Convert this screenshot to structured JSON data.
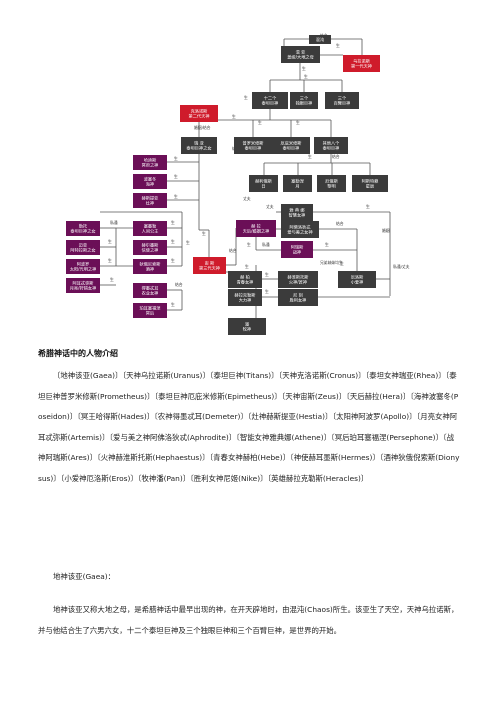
{
  "diagram": {
    "nodes": [
      {
        "id": "chaos",
        "lines": [
          "混沌"
        ],
        "dark": true
      },
      {
        "id": "gaea",
        "lines": [
          "混 亚",
          "盖娅/大地之母"
        ],
        "dark": true
      },
      {
        "id": "uranus",
        "lines": [
          "乌拉诺斯",
          "第一代天神"
        ],
        "red": true
      },
      {
        "id": "titans",
        "lines": [
          "十二个",
          "泰坦巨神"
        ],
        "dark": true
      },
      {
        "id": "cyclops",
        "lines": [
          "三个",
          "独眼巨神"
        ],
        "dark": true
      },
      {
        "id": "hundred",
        "lines": [
          "三个",
          "百臂巨神"
        ],
        "dark": true
      },
      {
        "id": "cronus",
        "lines": [
          "克洛诺斯",
          "第二代天神"
        ],
        "red": true
      },
      {
        "id": "rhea",
        "lines": [
          "瑞 亚",
          "泰坦巨神之女"
        ],
        "dark": true
      },
      {
        "id": "prometheus",
        "lines": [
          "普罗米修斯",
          "泰坦巨神"
        ],
        "dark": true
      },
      {
        "id": "epimetheus",
        "lines": [
          "厄庇米修斯",
          "泰坦巨神"
        ],
        "dark": true
      },
      {
        "id": "other8",
        "lines": [
          "其他八个",
          "泰坦巨神"
        ],
        "dark": true
      },
      {
        "id": "helios",
        "lines": [
          "赫利俄斯",
          "日"
        ],
        "dark": true
      },
      {
        "id": "selene",
        "lines": [
          "塞勒涅",
          "月"
        ],
        "dark": true
      },
      {
        "id": "eos",
        "lines": [
          "厄俄斯",
          "黎明"
        ],
        "dark": true
      },
      {
        "id": "astraea",
        "lines": [
          "阿斯特赖",
          "星辰"
        ],
        "dark": true
      },
      {
        "id": "hades",
        "lines": [
          "哈迪斯",
          "冥府之神"
        ],
        "purple": true
      },
      {
        "id": "poseidon",
        "lines": [
          "波塞冬",
          "海神"
        ],
        "purple": true
      },
      {
        "id": "hestia",
        "lines": [
          "赫斯提亚",
          "灶神"
        ],
        "purple": true
      },
      {
        "id": "leto",
        "lines": [
          "勒托",
          "泰坦巨神之女"
        ],
        "purple": true
      },
      {
        "id": "maia",
        "lines": [
          "迈亚",
          "阿特拉斯之女"
        ],
        "purple": true
      },
      {
        "id": "apollo",
        "lines": [
          "阿波罗",
          "太阳/光明之神"
        ],
        "purple": true
      },
      {
        "id": "artemis",
        "lines": [
          "阿耳忒弥斯",
          "月亮/狩猎女神"
        ],
        "purple": true
      },
      {
        "id": "semele",
        "lines": [
          "塞墨勒",
          "人间公主"
        ],
        "purple": true
      },
      {
        "id": "hermes",
        "lines": [
          "赫尔墨斯",
          "信使之神"
        ],
        "purple": true
      },
      {
        "id": "dionysus",
        "lines": [
          "狄俄尼索斯",
          "酒神"
        ],
        "purple": true
      },
      {
        "id": "demeter",
        "lines": [
          "得墨忒耳",
          "农业女神"
        ],
        "purple": true
      },
      {
        "id": "persephone",
        "lines": [
          "珀耳塞福涅",
          "冥后"
        ],
        "purple": true
      },
      {
        "id": "zeus",
        "lines": [
          "宙 斯",
          "第三代天神"
        ],
        "red": true
      },
      {
        "id": "hera",
        "lines": [
          "赫 拉",
          "天后/婚姻之神"
        ],
        "purple": true
      },
      {
        "id": "athena",
        "lines": [
          "雅 典 娜",
          "智慧女神"
        ],
        "dark": true
      },
      {
        "id": "aphrodite",
        "lines": [
          "阿佛洛狄忒",
          "爱与美之女神"
        ],
        "dark": true
      },
      {
        "id": "ares",
        "lines": [
          "阿瑞斯",
          "战神"
        ],
        "purple": true
      },
      {
        "id": "hebe",
        "lines": [
          "赫 柏",
          "青春女神"
        ],
        "dark": true
      },
      {
        "id": "hephaestus",
        "lines": [
          "赫淮斯托斯",
          "火神/匠神"
        ],
        "dark": true
      },
      {
        "id": "eros",
        "lines": [
          "厄洛斯",
          "小爱神"
        ],
        "dark": true
      },
      {
        "id": "heracles",
        "lines": [
          "赫拉克勒斯",
          "大力神"
        ],
        "dark": true
      },
      {
        "id": "nike",
        "lines": [
          "尼 刻",
          "胜利女神"
        ],
        "dark": true
      },
      {
        "id": "pan",
        "lines": [
          "潘",
          "牧神"
        ],
        "dark": true
      }
    ],
    "edge_labels": [
      "结合",
      "生",
      "生",
      "生",
      "生",
      "结合",
      "婚姻/结合",
      "生",
      "生",
      "生",
      "结合",
      "婚姻",
      "生",
      "生",
      "生",
      "私通",
      "生",
      "生",
      "生",
      "生",
      "生",
      "生",
      "结合",
      "生",
      "生",
      "结合",
      "生",
      "私通",
      "生",
      "生",
      "生",
      "生",
      "生",
      "生",
      "结合",
      "生",
      "生",
      "兄弟姊妹均生",
      "生",
      "丈夫",
      "婚姻",
      "丈夫",
      "生",
      "私通/丈夫"
    ]
  },
  "heading": "希腊神话中的人物介绍",
  "paragraphs": {
    "list": "〔地神该亚(Gaea)〕〔天神乌拉诺斯(Uranus)〕〔泰坦巨神(Titans)〕〔天神克洛诺斯(Cronus)〕〔泰坦女神瑞亚(Rhea)〕〔泰坦巨神普罗米修斯(Prometheus)〕〔泰坦巨神厄庇米修斯(Epimetheus)〕〔天神宙斯(Zeus)〕〔天后赫拉(Hera)〕〔海神波塞冬(Poseidon)〕〔冥王哈得斯(Hades)〕〔农神得墨忒耳(Demeter)〕〔灶神赫斯提亚(Hestia)〕〔太阳神阿波罗(Apollo)〕〔月亮女神阿耳忒弥斯(Artemis)〕〔爱与美之神阿佛洛狄忒(Aphrodite)〕〔智能女神雅典娜(Athene)〕〔冥后珀耳塞福涅(Persephone)〕〔战神阿瑞斯(Ares)〕〔火神赫淮斯托斯(Hephaestus)〕〔青春女神赫柏(Hebe)〕〔神使赫耳墨斯(Hermes)〕〔酒神狄俄倪索斯(Dionysus)〕〔小爱神厄洛斯(Eros)〕〔牧神潘(Pan)〕〔胜利女神尼姬(Nike)〕〔英雄赫拉克勒斯(Heracles)〕",
    "gaea_label": "地神该亚(Gaea)：",
    "gaea_desc": "地神该亚又称大地之母，是希腊神话中最早出现的神，在开天辟地时，由混沌(Chaos)所生。该亚生了天空，天神乌拉诺斯，并与他结合生了六男六女，十二个泰坦巨神及三个独眼巨神和三个百臂巨神，是世界的开始。"
  },
  "colors": {
    "dark": "#3b3b3b",
    "red": "#cf1b2b",
    "purple": "#6b0f57",
    "line": "#555555"
  }
}
